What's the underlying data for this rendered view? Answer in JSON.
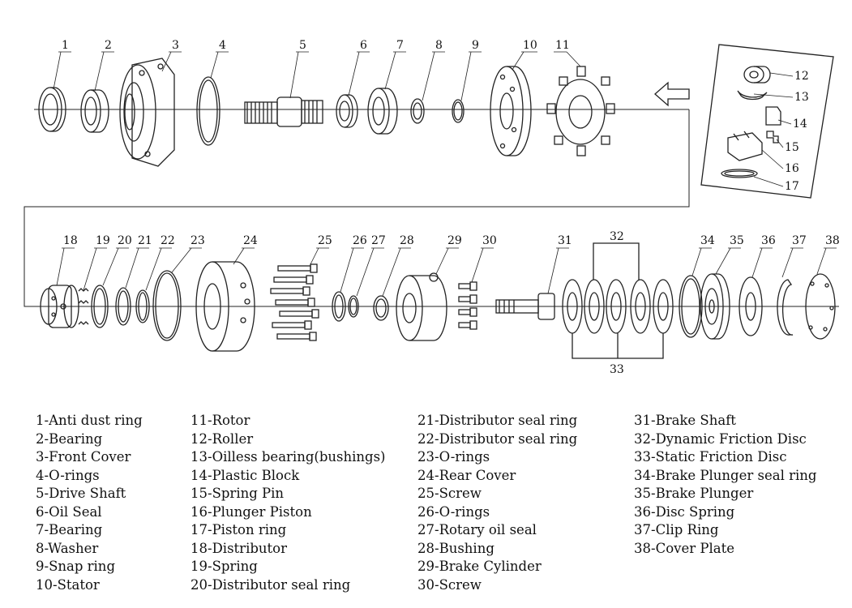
{
  "diagram": {
    "part_numbers": [
      "1",
      "2",
      "3",
      "4",
      "5",
      "6",
      "7",
      "8",
      "9",
      "10",
      "11",
      "12",
      "13",
      "14",
      "15",
      "16",
      "17",
      "18",
      "19",
      "20",
      "21",
      "22",
      "23",
      "24",
      "25",
      "26",
      "27",
      "28",
      "29",
      "30",
      "31",
      "32",
      "33",
      "34",
      "35",
      "36",
      "37",
      "38"
    ]
  },
  "legend": {
    "columns": [
      [
        "1-Anti dust ring",
        "2-Bearing",
        "3-Front Cover",
        "4-O-rings",
        "5-Drive Shaft",
        "6-Oil Seal",
        "7-Bearing",
        "8-Washer",
        "9-Snap ring",
        "10-Stator"
      ],
      [
        "11-Rotor",
        "12-Roller",
        "13-Oilless bearing(bushings)",
        "14-Plastic Block",
        "15-Spring Pin",
        "16-Plunger Piston",
        "17-Piston ring",
        "18-Distributor",
        "19-Spring",
        "20-Distributor seal ring"
      ],
      [
        "21-Distributor seal ring",
        "22-Distributor seal ring",
        "23-O-rings",
        "24-Rear Cover",
        "25-Screw",
        "26-O-rings",
        "27-Rotary oil seal",
        "28-Bushing",
        "29-Brake Cylinder",
        "30-Screw"
      ],
      [
        "31-Brake Shaft",
        "32-Dynamic Friction Disc",
        "33-Static Friction Disc",
        "34-Brake Plunger seal ring",
        "35-Brake Plunger",
        "36-Disc Spring",
        "37-Clip Ring",
        "38-Cover Plate"
      ]
    ]
  }
}
